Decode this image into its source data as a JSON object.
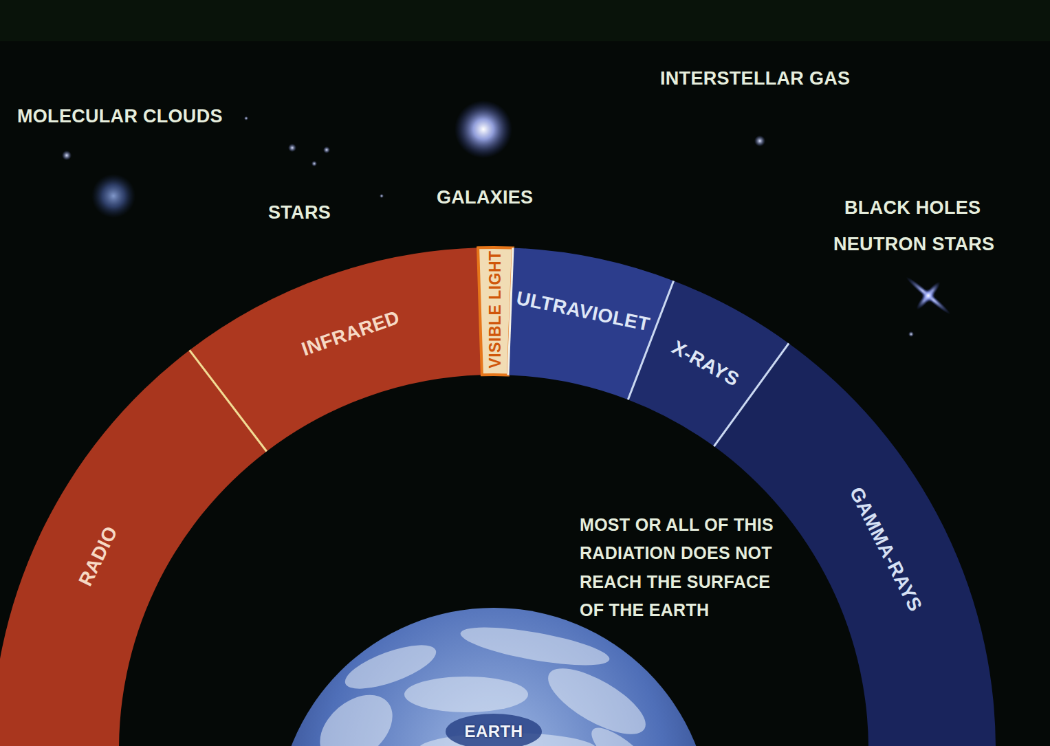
{
  "diagram": {
    "nodes": [
      {
        "text": [
          "RADIO"
        ]
      },
      {
        "text": [
          "INFRARED"
        ]
      },
      {
        "text": [
          "VISIBLE LIGHT"
        ]
      },
      {
        "text": [
          "ULTRAVIOLET"
        ]
      },
      {
        "text": [
          "X-RAYS"
        ]
      },
      {
        "text": [
          "GAMMA-RAYS"
        ]
      },
      {
        "text": [
          "EARTH"
        ]
      }
    ],
    "labels": [
      "MOLECULAR CLOUDS",
      "INTERSTELLAR GAS",
      "STARS",
      "GALAXIES",
      "BLACK HOLES",
      "NEUTRON STARS",
      "MOST OR ALL OF THIS RADIATION DOES NOT REACH THE SURFACE OF THE EARTH"
    ]
  }
}
